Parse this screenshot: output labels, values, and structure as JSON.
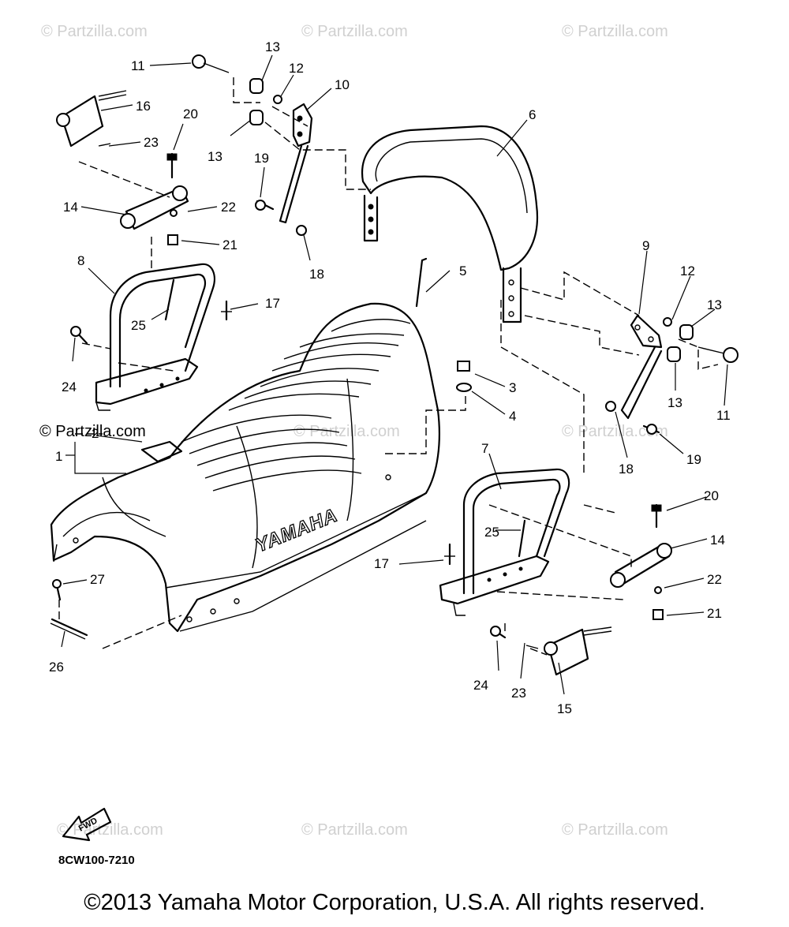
{
  "watermark": "© Partzilla.com",
  "brand_on_seat": "YAMAHA",
  "fwd_arrow_label": "FWD",
  "diagram_code": "8CW100-7210",
  "copyright": "©2013 Yamaha Motor Corporation, U.S.A. All rights reserved.",
  "callouts": {
    "c1": "1",
    "c2": "2",
    "c3": "3",
    "c4": "4",
    "c5": "5",
    "c6": "6",
    "c7": "7",
    "c8": "8",
    "c9": "9",
    "c10": "10",
    "c11a": "11",
    "c11b": "11",
    "c12a": "12",
    "c12b": "12",
    "c13a": "13",
    "c13b": "13",
    "c13c": "13",
    "c13d": "13",
    "c14a": "14",
    "c14b": "14",
    "c15": "15",
    "c16": "16",
    "c17a": "17",
    "c17b": "17",
    "c18a": "18",
    "c18b": "18",
    "c19a": "19",
    "c19b": "19",
    "c20a": "20",
    "c20b": "20",
    "c21a": "21",
    "c21b": "21",
    "c22a": "22",
    "c22b": "22",
    "c23a": "23",
    "c23b": "23",
    "c24a": "24",
    "c24b": "24",
    "c25a": "25",
    "c25b": "25",
    "c26": "26",
    "c27": "27"
  }
}
